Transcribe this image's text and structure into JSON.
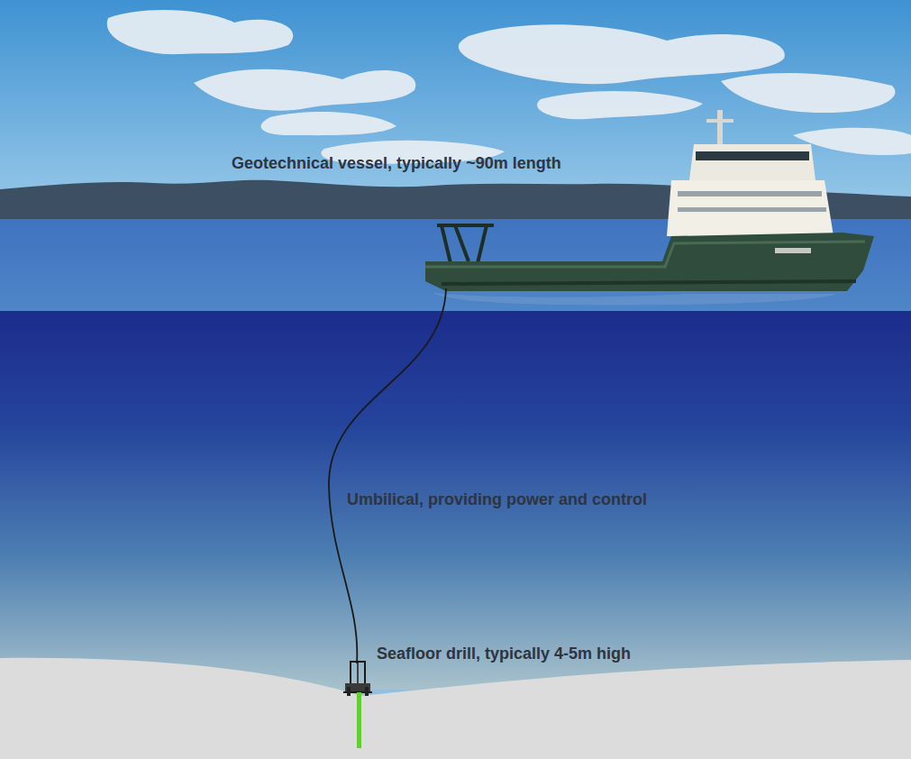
{
  "diagram": {
    "labels": [
      "Geotechnical vessel, typically ~90m length",
      "Umbilical, providing power and control",
      "Seafloor drill, typically 4-5m high"
    ]
  }
}
